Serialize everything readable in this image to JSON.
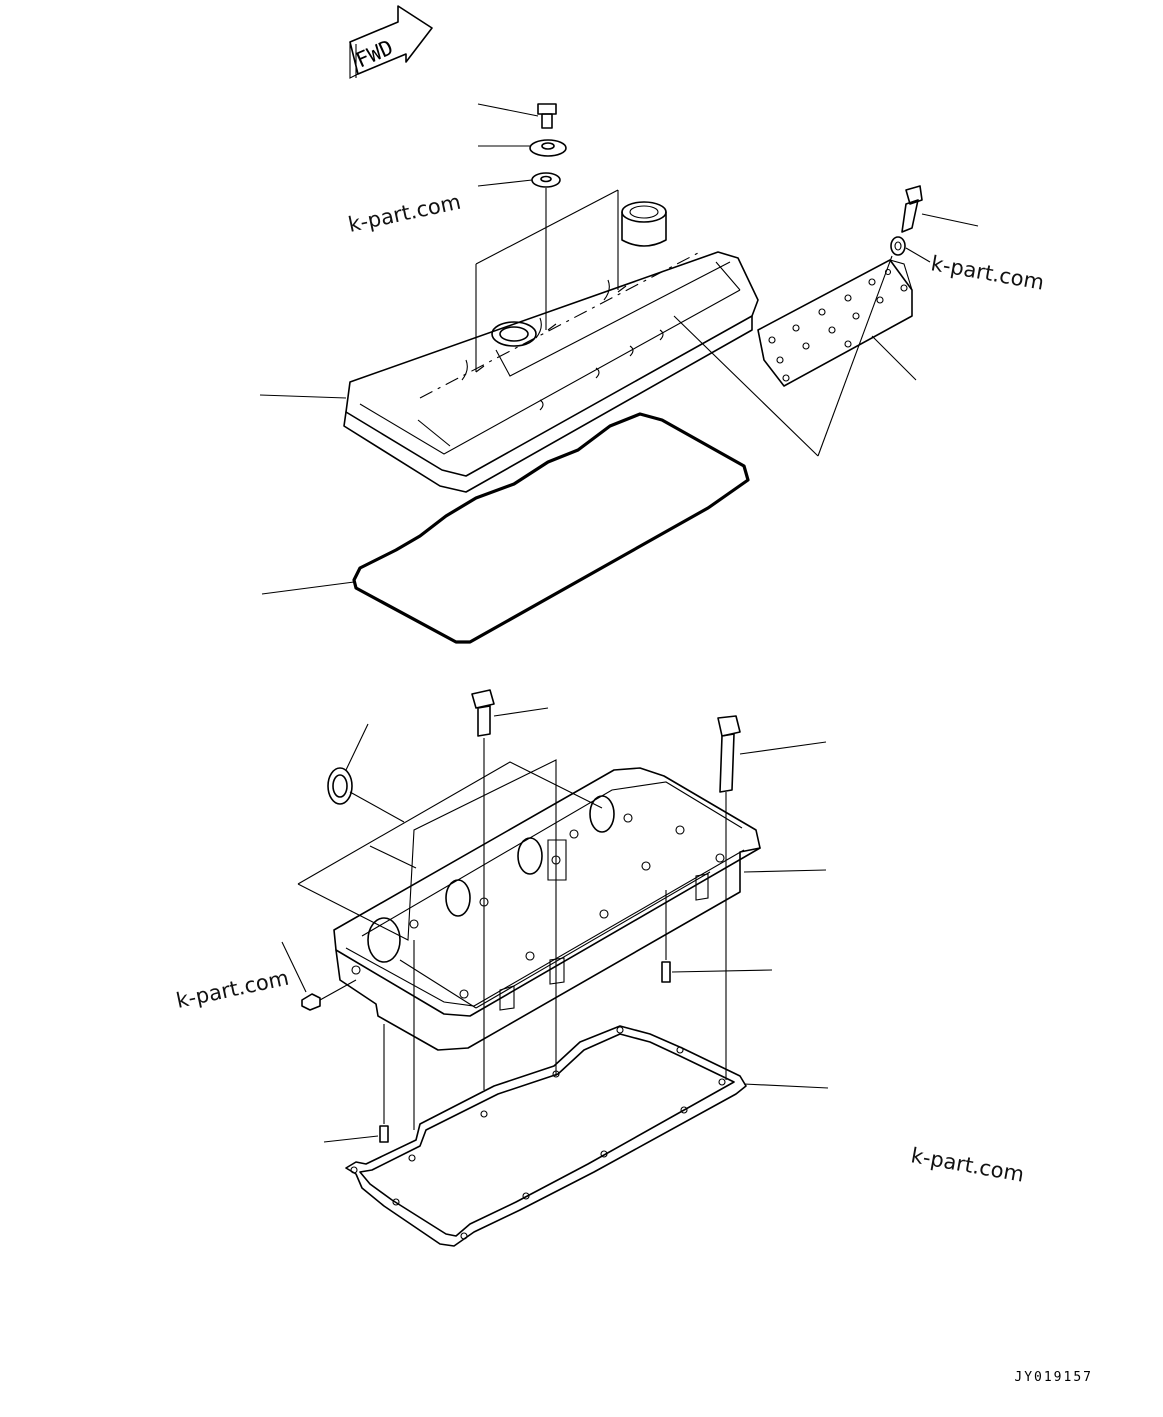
{
  "diagram": {
    "direction_marker": "FWD",
    "watermark": "k-part.com",
    "drawing_code": "JY019157",
    "colors": {
      "line": "#000000",
      "background": "#ffffff"
    }
  }
}
